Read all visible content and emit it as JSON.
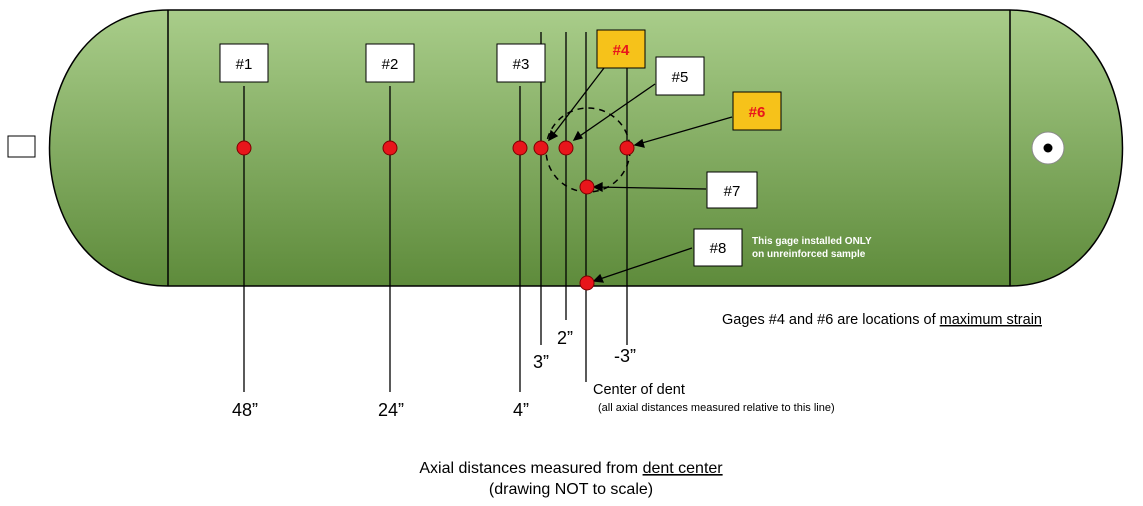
{
  "gages": [
    {
      "label": "#1",
      "highlight": false
    },
    {
      "label": "#2",
      "highlight": false
    },
    {
      "label": "#3",
      "highlight": false
    },
    {
      "label": "#4",
      "highlight": true
    },
    {
      "label": "#5",
      "highlight": false
    },
    {
      "label": "#6",
      "highlight": true
    },
    {
      "label": "#7",
      "highlight": false
    },
    {
      "label": "#8",
      "highlight": false
    }
  ],
  "distances": {
    "d48": "48”",
    "d24": "24”",
    "d4": "4”",
    "d3": "3”",
    "d2": "2”",
    "dm3": "-3”"
  },
  "center_label": "Center of dent",
  "center_note": "(all axial distances measured relative to this line)",
  "gage8_note": {
    "line1": "This gage installed ONLY",
    "line2": "on unreinforced sample"
  },
  "max_strain_note": {
    "prefix": "Gages #4 and #6 are locations of ",
    "underlined": "maximum strain"
  },
  "caption": {
    "line1_prefix": "Axial distances measured from ",
    "line1_underlined": "dent center",
    "line2": "(drawing NOT to scale)"
  },
  "colors": {
    "tank_top": "#a9cd8a",
    "tank_bottom": "#5e8b3b",
    "gage_dot": "#e8151b",
    "highlight_box": "#f6c21a",
    "highlight_text": "#e8151b"
  }
}
